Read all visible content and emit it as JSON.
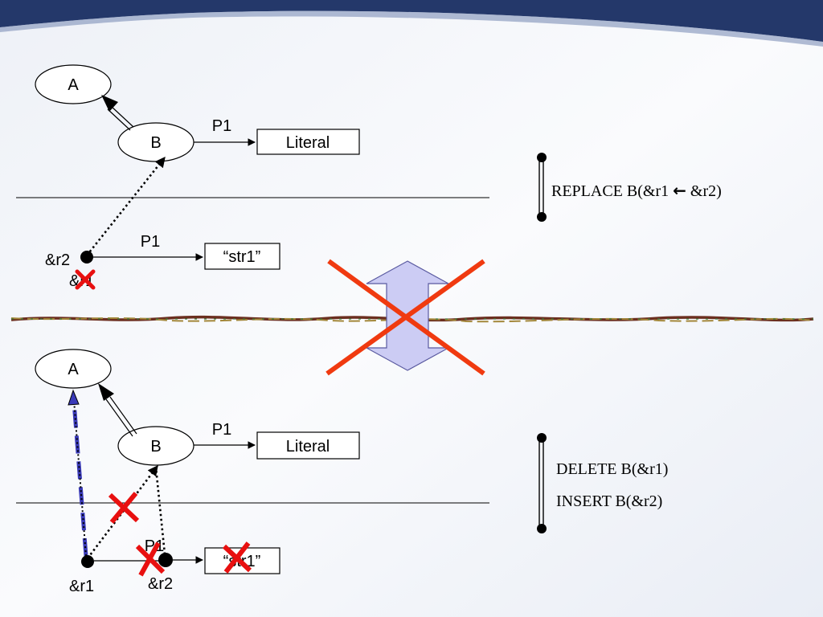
{
  "top_scenario": {
    "node_a": "A",
    "node_b": "B",
    "edge_label": "P1",
    "literal": "Literal",
    "r2_edge_label": "P1",
    "r2_label": "&r2",
    "r1_label": "&r1",
    "str_value": "“str1”",
    "operation_prefix": "REPLACE B(&r1 ",
    "operation_arrow": "←",
    "operation_suffix": " &r2)"
  },
  "bottom_scenario": {
    "node_a": "A",
    "node_b": "B",
    "edge_label": "P1",
    "literal": "Literal",
    "r_edge_label": "P1",
    "r1_label": "&r1",
    "r2_label": "&r2",
    "str_value": "“str1”",
    "operation_delete": "DELETE B(&r1)",
    "operation_insert": "INSERT B(&r2)"
  },
  "colors": {
    "cross_red": "#f03a10",
    "mark_red": "#e81010",
    "double_arrow_fill": "#ccccf4",
    "double_arrow_stroke": "#5a5aa0",
    "blue_dashed": "#3a3ab8",
    "header_band": "#24386a"
  }
}
